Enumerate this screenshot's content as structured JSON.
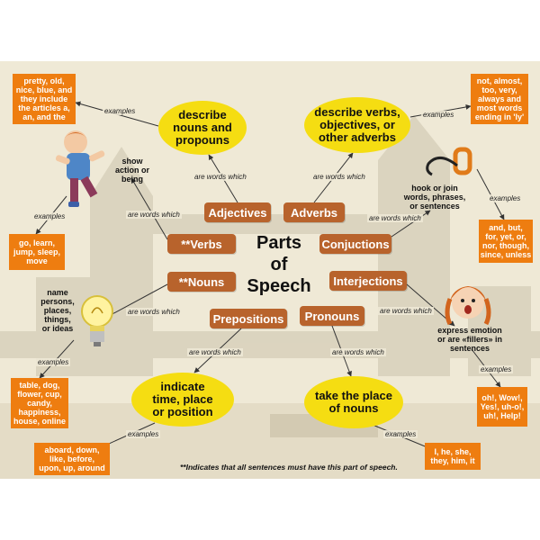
{
  "title": "Parts\nof\nSpeech",
  "footnote": "**Indicates that all sentences must have this part of speech.",
  "colors": {
    "poster_bg": "#efe9d6",
    "pill": "#b8632c",
    "ellipse": "#f5dd12",
    "example_box": "#ee7d10"
  },
  "parts": {
    "adjectives": "Adjectives",
    "adverbs": "Adverbs",
    "verbs": "**Verbs",
    "conjunctions": "Conjuctions",
    "nouns": "**Nouns",
    "interjections": "Interjections",
    "prepositions": "Prepositions",
    "pronouns": "Pronouns"
  },
  "definitions": {
    "adjectives": "describe\nnouns and\npropouns",
    "adverbs": "describe verbs,\nobjectives, or\nother adverbs",
    "verbs": "show\naction or\nbeing",
    "conjunctions": "hook or join\nwords, phrases,\nor sentences",
    "nouns": "name\npersons,\nplaces,\nthings,\nor ideas",
    "interjections": "express emotion\nor are «fillers» in\nsentences",
    "prepositions": "indicate\ntime, place\nor position",
    "pronouns": "take the place\nof nouns"
  },
  "examples": {
    "adjectives": "pretty, old,\nnice, blue, and\nthey include\nthe articles a,\nan, and the",
    "adverbs": "not, almost,\ntoo, very,\nalways and\nmost words\nending in 'ly'",
    "verbs": "go, learn,\njump, sleep,\nmove",
    "conjunctions": "and, but,\nfor, yet, or,\nnor, though,\nsince, unless",
    "nouns": "table, dog,\nflower, cup,\ncandy,\nhappiness,\nhouse, online",
    "interjections": "oh!, Wow!,\nYes!, uh-o!,\nuh!, Help!",
    "prepositions": "aboard, down,\nlike, before,\nupon, up, around",
    "pronouns": "I, he, she,\nthey, him, it"
  },
  "labels": {
    "are_words_which": "are words which",
    "examples": "examples"
  },
  "icons": {
    "boy": "boy-jumping-icon",
    "hook": "hook-icon",
    "bulb": "light-bulb-icon",
    "girl": "surprised-girl-icon"
  }
}
